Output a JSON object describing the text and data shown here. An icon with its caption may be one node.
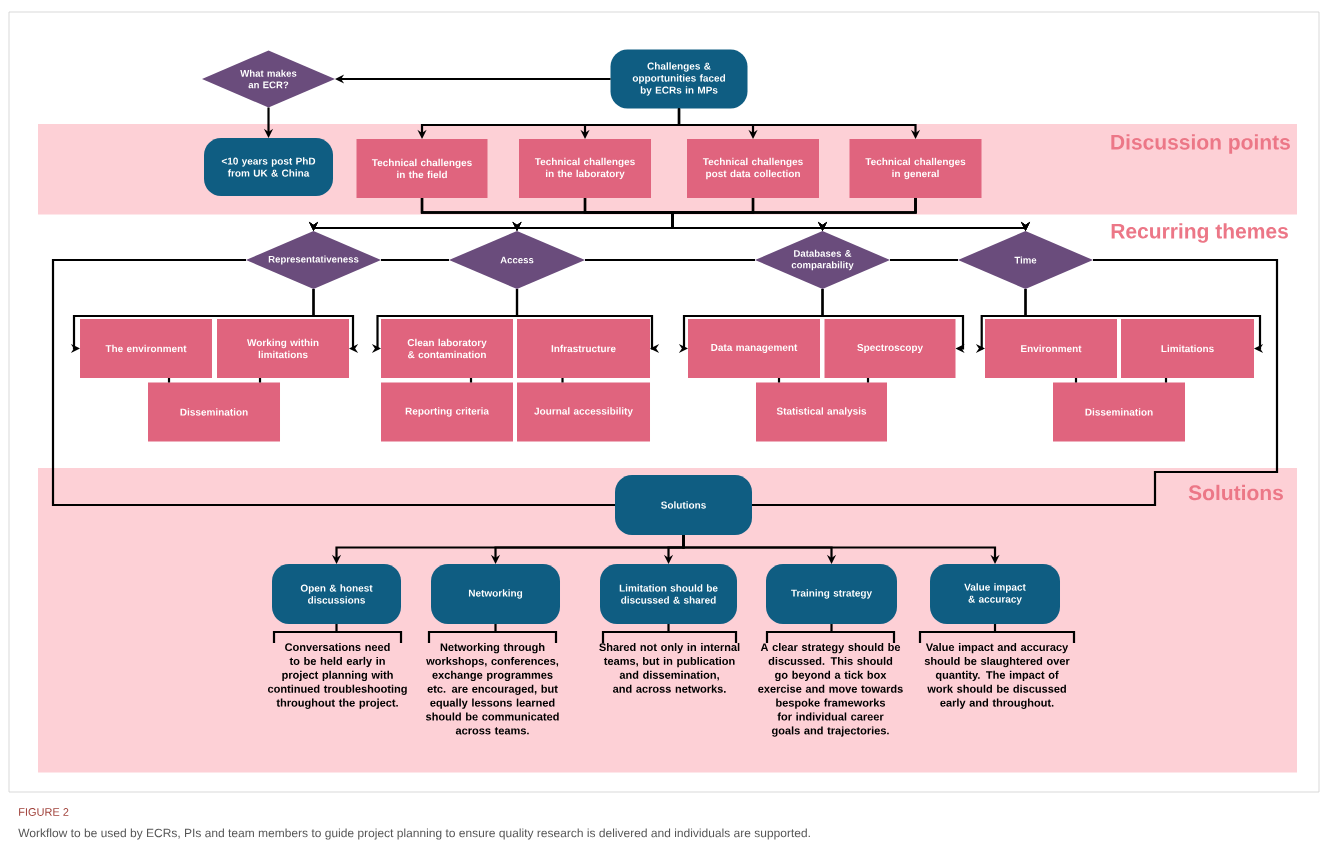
{
  "diagram": {
    "title": "FIGURE 2",
    "caption": "Workflow to be used by ECRs, PIs and team members to guide project planning to ensure quality research is delivered and individuals are supported.",
    "nodes": [
      {
        "text": [
          "Challenges & opportunities faced by ECRs in MPs"
        ]
      },
      {
        "text": [
          "What makes an ECR?"
        ]
      },
      {
        "text": [
          "Discussion points"
        ]
      },
      {
        "text": [
          "<10 years post PhD from UK & China"
        ],
        "in": 2
      },
      {
        "text": [
          "Technical challenges in the field"
        ],
        "in": 2
      },
      {
        "text": [
          "Technical challenges in the laboratory"
        ],
        "in": 2
      },
      {
        "text": [
          "Technical challenges post data collection"
        ],
        "in": 2
      },
      {
        "text": [
          "Technical challenges in general"
        ],
        "in": 2
      },
      {
        "text": [
          "Representativeness"
        ]
      },
      {
        "text": [
          "Access"
        ]
      },
      {
        "text": [
          "Databases & comparability"
        ]
      },
      {
        "text": [
          "Time"
        ]
      },
      {
        "text": [
          "The environment"
        ]
      },
      {
        "text": [
          "Working within limitations"
        ]
      },
      {
        "text": [
          "Dissemination"
        ]
      },
      {
        "text": [
          "Clean laboratory & contamination"
        ]
      },
      {
        "text": [
          "Infrastructure"
        ]
      },
      {
        "text": [
          "Reporting criteria"
        ]
      },
      {
        "text": [
          "Journal accessibility"
        ]
      },
      {
        "text": [
          "Data management"
        ]
      },
      {
        "text": [
          "Spectroscopy"
        ]
      },
      {
        "text": [
          "Statistical analysis"
        ]
      },
      {
        "text": [
          "Environment"
        ]
      },
      {
        "text": [
          "Limitations"
        ]
      },
      {
        "text": [
          "Dissemination"
        ]
      },
      {
        "text": [
          "Solutions"
        ]
      },
      {
        "text": [
          "Solutions"
        ],
        "in": 25
      },
      {
        "text": [
          "Open & honest discussions"
        ],
        "in": 25
      },
      {
        "text": [
          "Networking"
        ],
        "in": 25
      },
      {
        "text": [
          "Limitation should be discussed & shared"
        ],
        "in": 25
      },
      {
        "text": [
          "Training strategy"
        ],
        "in": 25
      },
      {
        "text": [
          "Value impact & accuracy"
        ],
        "in": 25
      },
      {
        "text": [
          "Conversations need to be held early in project planning with continued troubleshooting throughout the project."
        ],
        "in": 25
      },
      {
        "text": [
          "Networking through workshops, conferences, exchange programmes etc. are encouraged, but equally lessons learned should be communicated across teams."
        ],
        "in": 25
      },
      {
        "text": [
          "Shared not only in internal teams, but in publication and dissemination, and across networks."
        ],
        "in": 25
      },
      {
        "text": [
          "A clear strategy should be discussed. This should go beyond a tick box exercise and move towards bespoke frameworks for individual career goals and trajectories."
        ],
        "in": 25
      },
      {
        "text": [
          "Value impact and accuracy should be slaughtered over quantity. The impact of work should be discussed early and throughout."
        ],
        "in": 25
      }
    ],
    "edges": [
      {
        "from": 0,
        "to": 1,
        "arrow": "to"
      },
      {
        "from": 1,
        "to": 3,
        "arrow": "to"
      },
      {
        "from": 0,
        "to": 4,
        "arrow": "to"
      },
      {
        "from": 0,
        "to": 5,
        "arrow": "to"
      },
      {
        "from": 0,
        "to": 6,
        "arrow": "to"
      },
      {
        "from": 0,
        "to": 7,
        "arrow": "to"
      },
      {
        "from": 4,
        "to": 8,
        "arrow": "to"
      },
      {
        "from": 4,
        "to": 9,
        "arrow": "to"
      },
      {
        "from": 4,
        "to": 10,
        "arrow": "to"
      },
      {
        "from": 4,
        "to": 11,
        "arrow": "to"
      },
      {
        "from": 5,
        "to": 8,
        "arrow": "to"
      },
      {
        "from": 5,
        "to": 9,
        "arrow": "to"
      },
      {
        "from": 5,
        "to": 10,
        "arrow": "to"
      },
      {
        "from": 5,
        "to": 11,
        "arrow": "to"
      },
      {
        "from": 6,
        "to": 8,
        "arrow": "to"
      },
      {
        "from": 6,
        "to": 9,
        "arrow": "to"
      },
      {
        "from": 6,
        "to": 10,
        "arrow": "to"
      },
      {
        "from": 6,
        "to": 11,
        "arrow": "to"
      },
      {
        "from": 7,
        "to": 8,
        "arrow": "to"
      },
      {
        "from": 7,
        "to": 9,
        "arrow": "to"
      },
      {
        "from": 7,
        "to": 10,
        "arrow": "to"
      },
      {
        "from": 7,
        "to": 11,
        "arrow": "to"
      },
      {
        "from": 8,
        "to": 9,
        "arrow": "none"
      },
      {
        "from": 9,
        "to": 10,
        "arrow": "none"
      },
      {
        "from": 10,
        "to": 11,
        "arrow": "none"
      },
      {
        "from": 8,
        "to": 12,
        "arrow": "to"
      },
      {
        "from": 8,
        "to": 13,
        "arrow": "to"
      },
      {
        "from": 12,
        "to": 14,
        "arrow": "none"
      },
      {
        "from": 13,
        "to": 14,
        "arrow": "none"
      },
      {
        "from": 9,
        "to": 15,
        "arrow": "to"
      },
      {
        "from": 9,
        "to": 16,
        "arrow": "to"
      },
      {
        "from": 15,
        "to": 17,
        "arrow": "none"
      },
      {
        "from": 16,
        "to": 18,
        "arrow": "none"
      },
      {
        "from": 10,
        "to": 19,
        "arrow": "to"
      },
      {
        "from": 10,
        "to": 20,
        "arrow": "to"
      },
      {
        "from": 19,
        "to": 21,
        "arrow": "none"
      },
      {
        "from": 20,
        "to": 21,
        "arrow": "none"
      },
      {
        "from": 11,
        "to": 22,
        "arrow": "to"
      },
      {
        "from": 11,
        "to": 23,
        "arrow": "to"
      },
      {
        "from": 22,
        "to": 24,
        "arrow": "none"
      },
      {
        "from": 23,
        "to": 24,
        "arrow": "none"
      },
      {
        "from": 8,
        "to": 26,
        "arrow": "none"
      },
      {
        "from": 11,
        "to": 26,
        "arrow": "none"
      },
      {
        "from": 26,
        "to": 27,
        "arrow": "to"
      },
      {
        "from": 26,
        "to": 28,
        "arrow": "to"
      },
      {
        "from": 26,
        "to": 29,
        "arrow": "to"
      },
      {
        "from": 26,
        "to": 30,
        "arrow": "to"
      },
      {
        "from": 26,
        "to": 31,
        "arrow": "to"
      },
      {
        "from": 27,
        "to": 32,
        "arrow": "none"
      },
      {
        "from": 28,
        "to": 33,
        "arrow": "none"
      },
      {
        "from": 29,
        "to": 34,
        "arrow": "none"
      },
      {
        "from": 30,
        "to": 35,
        "arrow": "none"
      },
      {
        "from": 31,
        "to": 36,
        "arrow": "none"
      }
    ],
    "labels": [
      "Recurring themes"
    ]
  }
}
